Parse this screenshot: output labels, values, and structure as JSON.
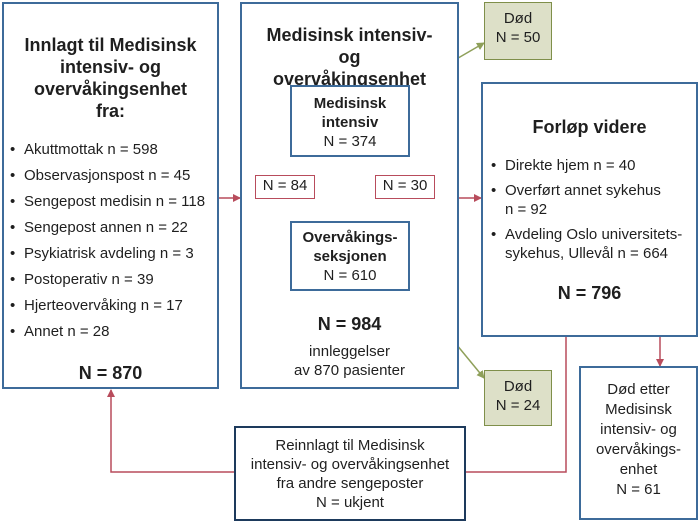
{
  "admitted": {
    "title": "Innlagt til Medisinsk intensiv- og overvåkingsenhet fra:",
    "items": [
      "Akuttmottak n = 598",
      "Observasjonspost n = 45",
      "Sengepost medisin n = 118",
      "Sengepost annen n = 22",
      "Psykiatrisk avdeling n = 3",
      "Postoperativ n = 39",
      "Hjerteovervåking n = 17",
      "Annet n = 28"
    ],
    "total": "N = 870"
  },
  "unit": {
    "title": "Medisinsk intensiv- og overvåkingsenhet",
    "intensive": {
      "name": "Medisinsk intensiv",
      "n": "N = 374"
    },
    "monitoring": {
      "name": "Overvåkings- seksjonen",
      "n": "N = 610"
    },
    "transfer_down": "N = 84",
    "transfer_up": "N = 30",
    "total": "N = 984",
    "note_line1": "innleggelser",
    "note_line2": "av  870 pasienter"
  },
  "dead_top": {
    "label": "Død",
    "n": "N = 50"
  },
  "dead_bottom": {
    "label": "Død",
    "n": "N = 24"
  },
  "course": {
    "title": "Forløp videre",
    "items": [
      "Direkte hjem n = 40",
      "Overført annet sykehus n = 92",
      "Avdeling Oslo universitets- sykehus, Ullevål n = 664"
    ],
    "total": "N = 796"
  },
  "dead_after": {
    "text": "Død etter Medisinsk intensiv- og overvåkings- enhet",
    "n": "N = 61"
  },
  "readmitted": {
    "text": "Reinnlagt til Medisinsk intensiv- og overvåkingsenhet fra andre sengeposter",
    "n": "N = ukjent"
  },
  "colors": {
    "box_border": "#3d6b9a",
    "arrow_red": "#b84c5c",
    "arrow_green": "#8fa05a",
    "dead_fill": "#dde0c8"
  }
}
